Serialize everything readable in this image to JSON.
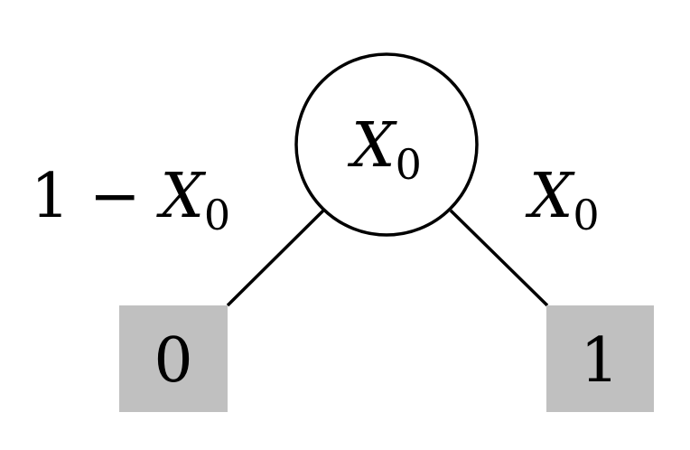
{
  "diagram": {
    "colors": {
      "stroke": "#000000",
      "leaf_fill": "#c0c0c0",
      "background": "#ffffff"
    },
    "root": {
      "variable": "X",
      "subscript": "0"
    },
    "left_edge": {
      "prefix": "1 − ",
      "variable": "X",
      "subscript": "0"
    },
    "right_edge": {
      "variable": "X",
      "subscript": "0"
    },
    "left_leaf": {
      "value": "0"
    },
    "right_leaf": {
      "value": "1"
    }
  }
}
